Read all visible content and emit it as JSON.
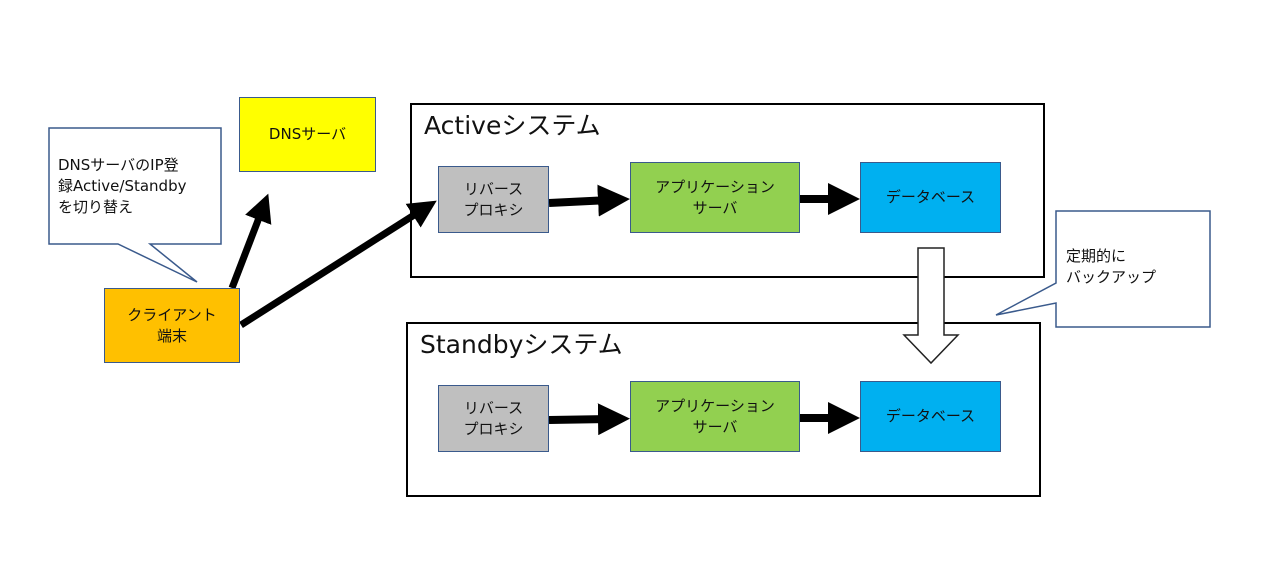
{
  "client": {
    "label": "クライアント\n端末",
    "color": "#FFC000"
  },
  "dns": {
    "label": "DNSサーバ",
    "color": "#FFFF00"
  },
  "callout_dns": {
    "text": "DNSサーバのIP登\n録Active/Standby\nを切り替え"
  },
  "callout_backup": {
    "text": "定期的に\nバックアップ"
  },
  "active": {
    "title": "Activeシステム",
    "proxy": "リバース\nプロキシ",
    "app": "アプリケーション\nサーバ",
    "db": "データベース"
  },
  "standby": {
    "title": "Standbyシステム",
    "proxy": "リバース\nプロキシ",
    "app": "アプリケーション\nサーバ",
    "db": "データベース"
  },
  "colors": {
    "proxy": "#BFBFBF",
    "app": "#92D050",
    "db": "#00B0F0",
    "border": "#3A5A8C"
  }
}
